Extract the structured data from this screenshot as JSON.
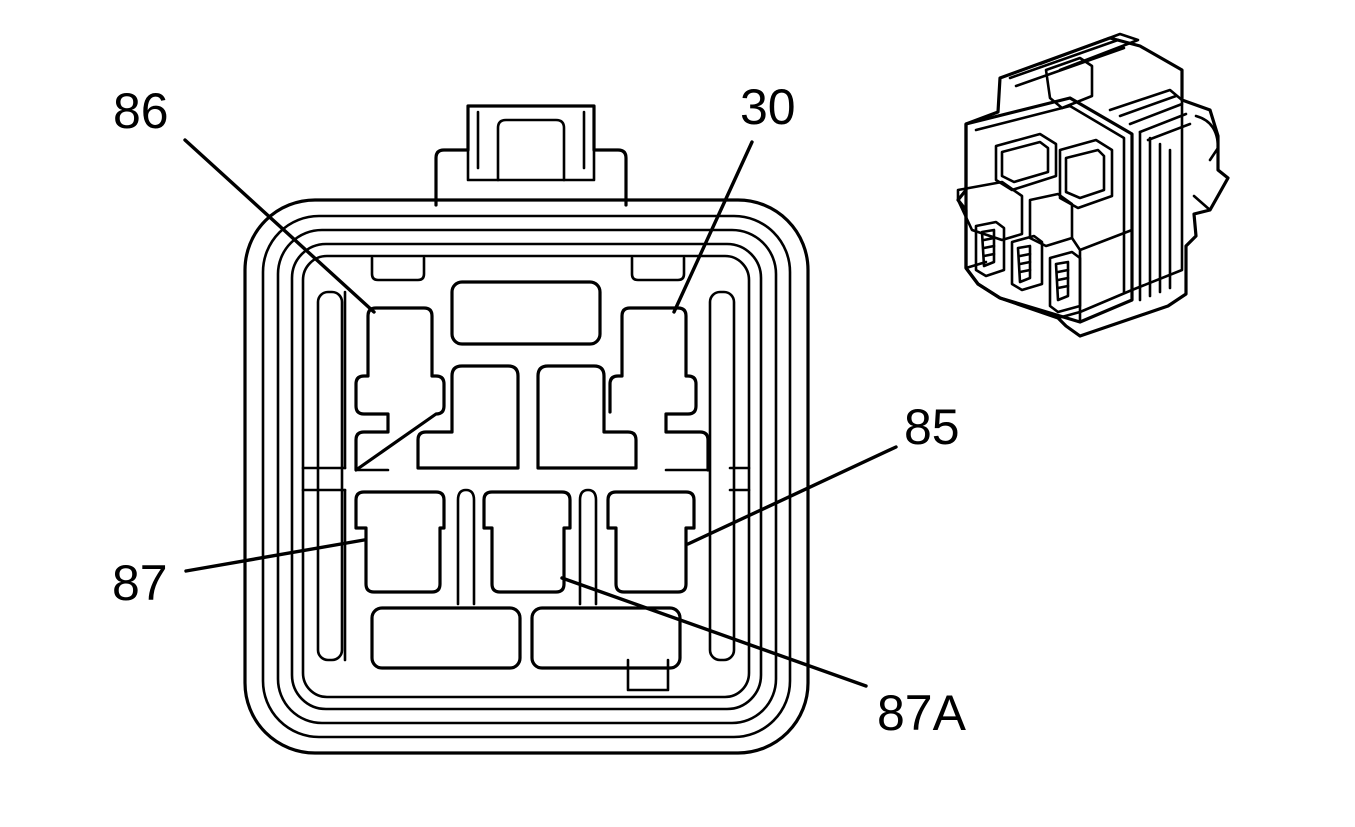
{
  "pins": [
    {
      "id": "86",
      "label": "86"
    },
    {
      "id": "30",
      "label": "30"
    },
    {
      "id": "85",
      "label": "85"
    },
    {
      "id": "87",
      "label": "87"
    },
    {
      "id": "87A",
      "label": "87A"
    }
  ]
}
